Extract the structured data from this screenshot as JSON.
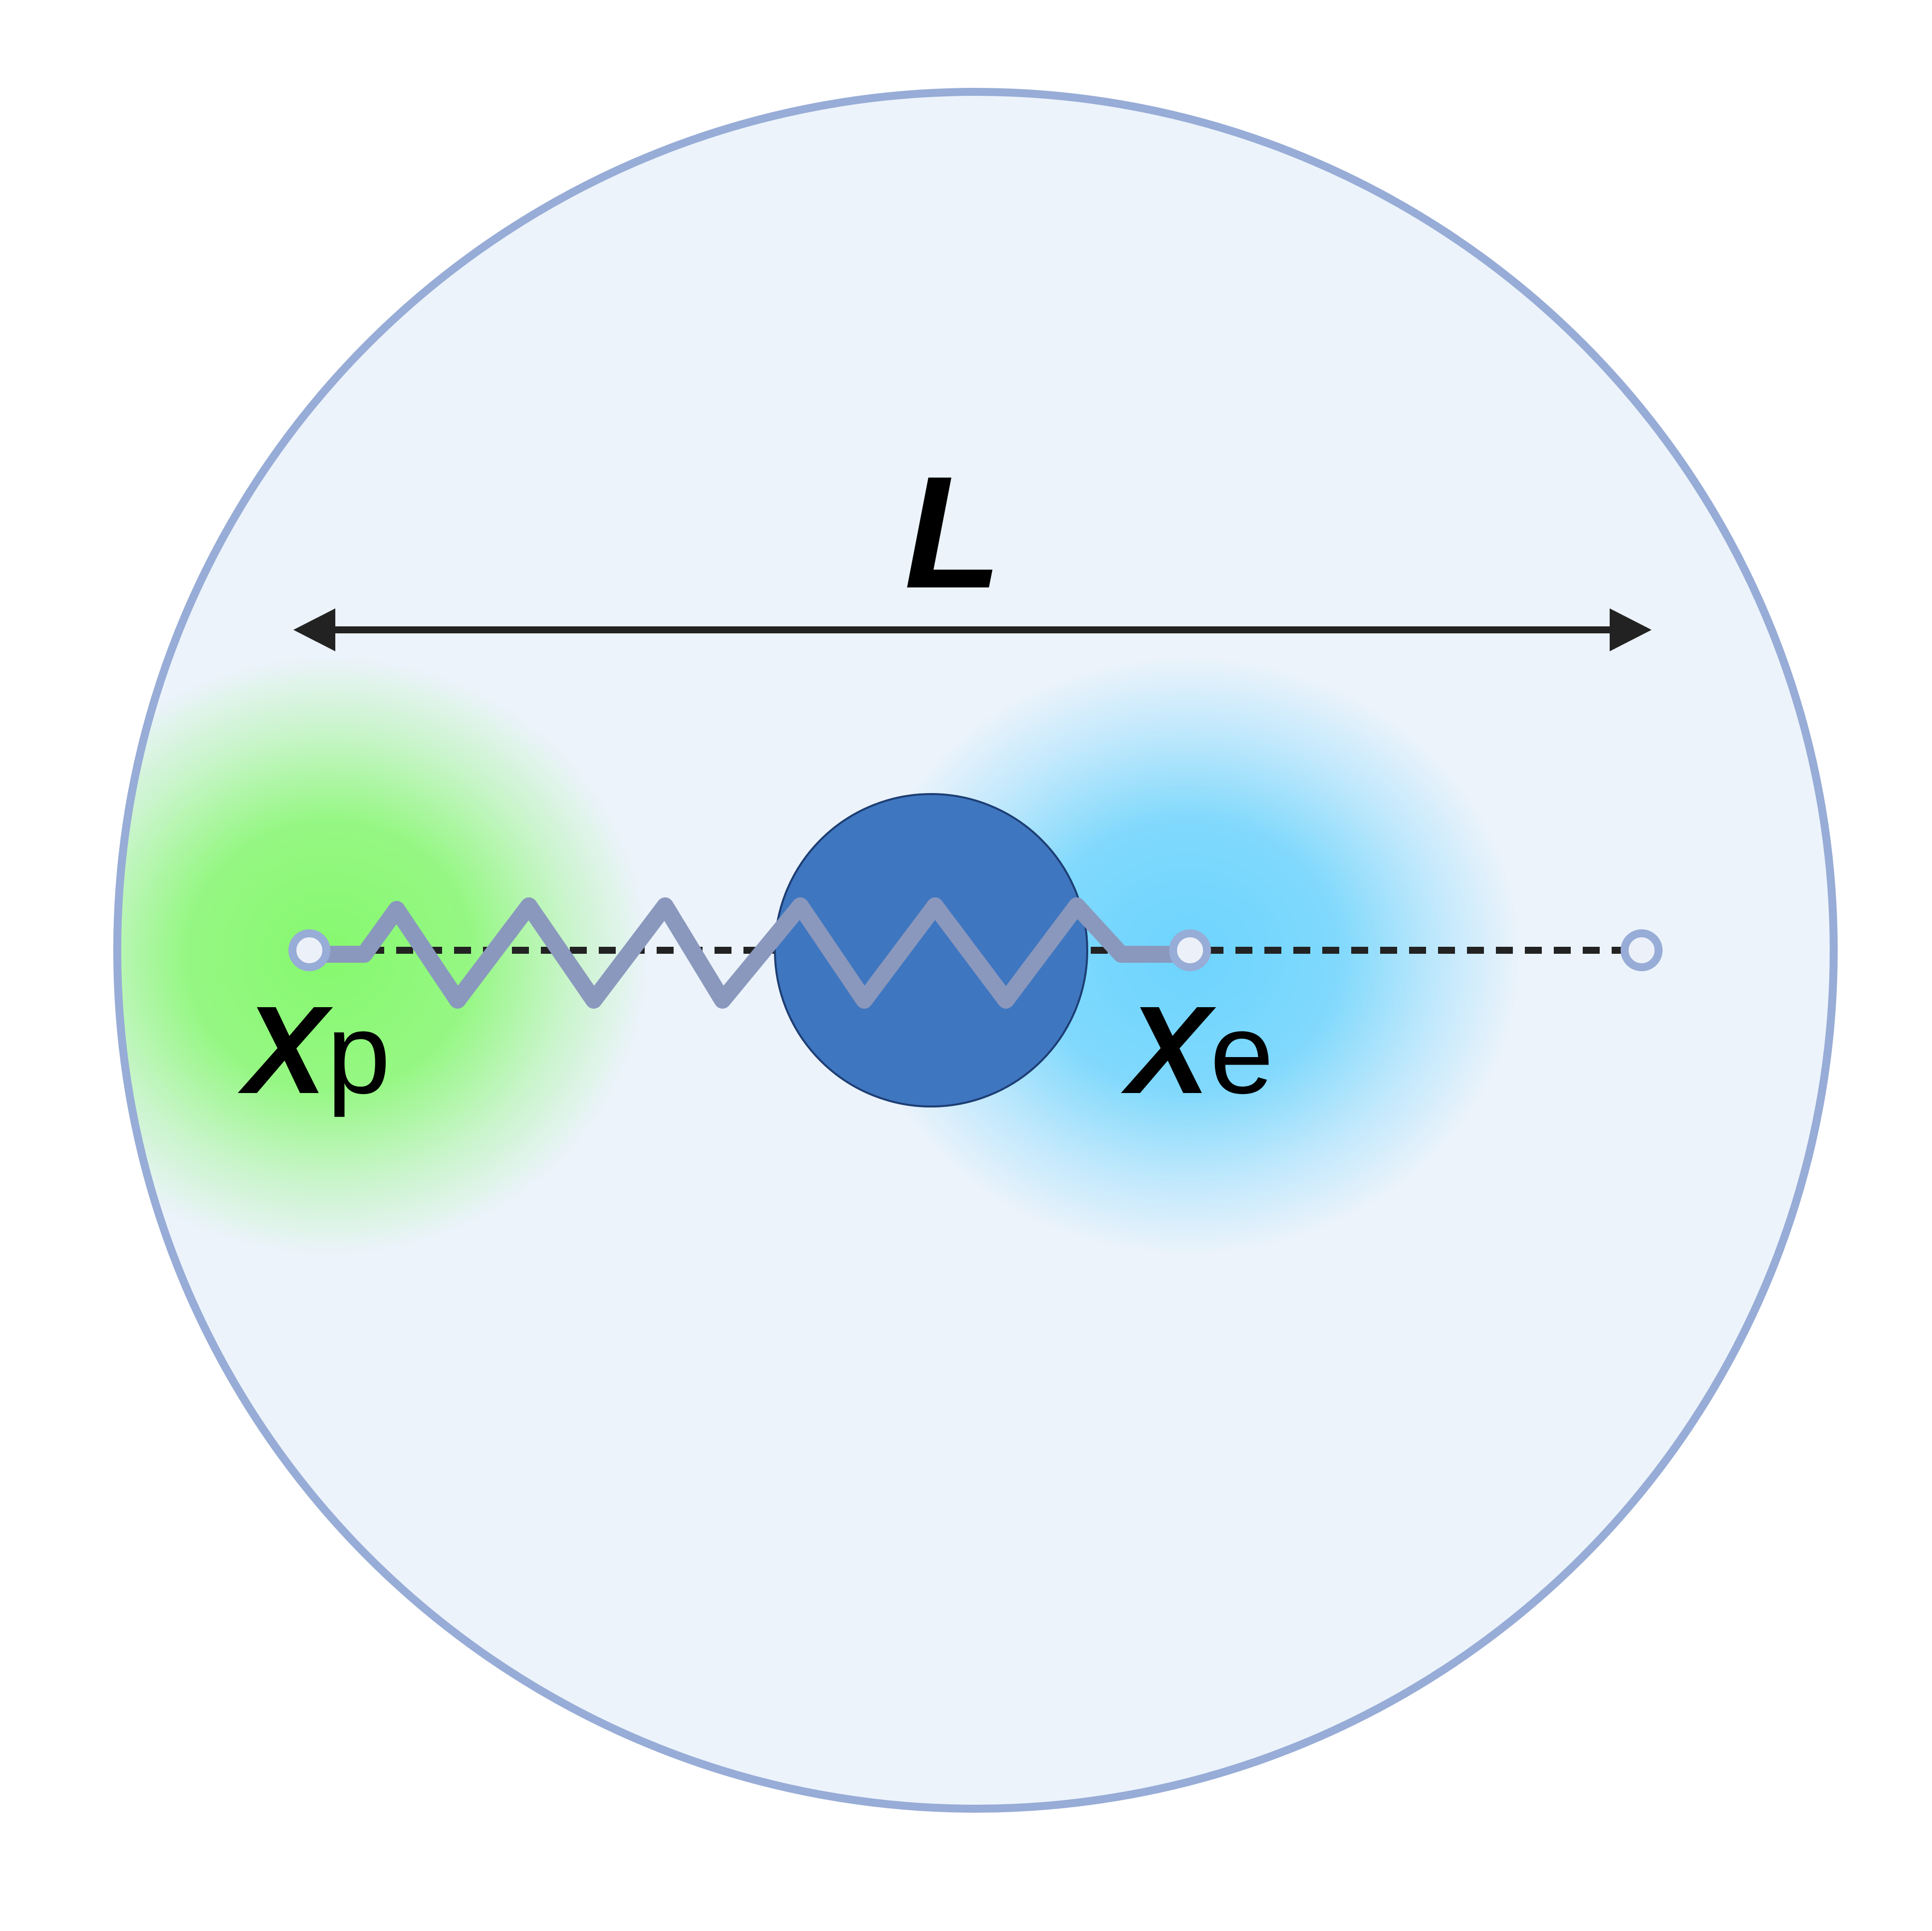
{
  "labels": {
    "length": "L",
    "left_point_main": "X",
    "left_point_sub": "p",
    "right_point_main": "X",
    "right_point_sub": "e"
  },
  "colors": {
    "background": "#ffffff",
    "circle_fill": "#ecf3fb",
    "circle_stroke": "#97acd6",
    "center_ball_fill": "#3f76c0",
    "center_ball_stroke": "#1d3e73",
    "spring": "#8a98bd",
    "green_cloud": "#86f86e",
    "blue_cloud": "#6dd4fd",
    "arrow": "#222222",
    "dashed_line": "#222222",
    "endpoint_fill": "#ecf0f8",
    "endpoint_stroke": "#97acd6"
  },
  "icons": {
    "arrow_heads": "filled-triangle",
    "endpoints": "hollow-circle"
  }
}
